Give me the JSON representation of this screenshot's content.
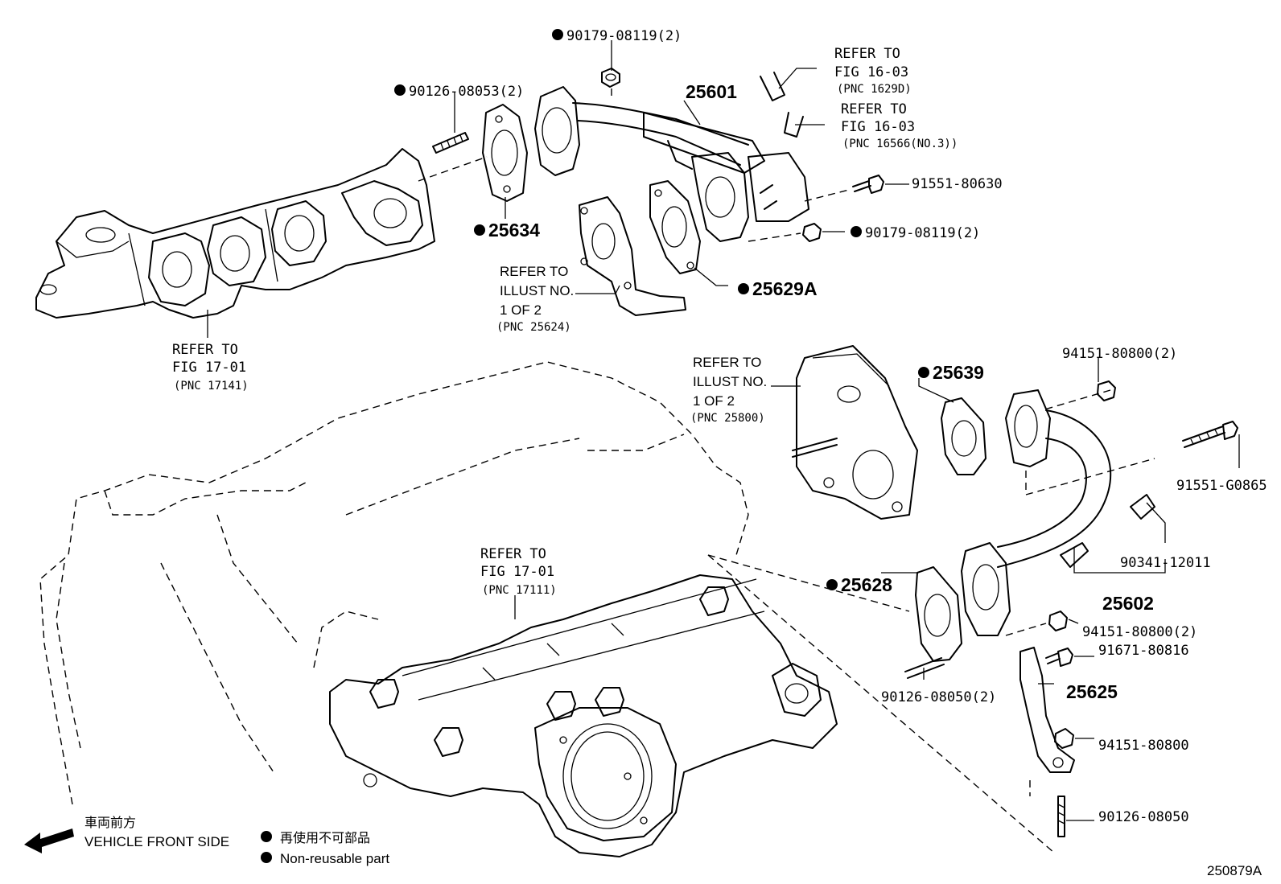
{
  "parts": {
    "p90179_top": "90179-08119(2)",
    "p90126_top": "90126-08053(2)",
    "p25601": "25601",
    "p25634": "25634",
    "p91551_80630": "91551-80630",
    "p90179_mid": "90179-08119(2)",
    "p25629A": "25629A",
    "p25639": "25639",
    "p94151_top": "94151-80800(2)",
    "p91551_G0865": "91551-G0865",
    "p90341": "90341-12011",
    "p25602": "25602",
    "p25628": "25628",
    "p94151_mid": "94151-80800(2)",
    "p91671": "91671-80816",
    "p90126_mid": "90126-08050(2)",
    "p25625": "25625",
    "p94151_bot": "94151-80800",
    "p90126_bot": "90126-08050"
  },
  "refs": {
    "r1": [
      "REFER TO",
      "FIG 16-03",
      "(PNC 1629D)"
    ],
    "r2": [
      "REFER TO",
      "FIG 16-03",
      "(PNC 16566(NO.3))"
    ],
    "r3": [
      "REFER TO",
      "ILLUST NO.",
      "1 OF 2",
      "(PNC 25624)"
    ],
    "r4": [
      "REFER TO",
      "FIG 17-01",
      "(PNC 17141)"
    ],
    "r5": [
      "REFER TO",
      "ILLUST NO.",
      "1 OF 2",
      "(PNC 25800)"
    ],
    "r6": [
      "REFER TO",
      "FIG 17-01",
      "(PNC 17111)"
    ]
  },
  "legend": {
    "front_jp": "車両前方",
    "front_en": "VEHICLE FRONT SIDE",
    "nonreuse_jp": "再使用不可部品",
    "nonreuse_en": "Non-reusable part"
  },
  "diagram_id": "250879A"
}
